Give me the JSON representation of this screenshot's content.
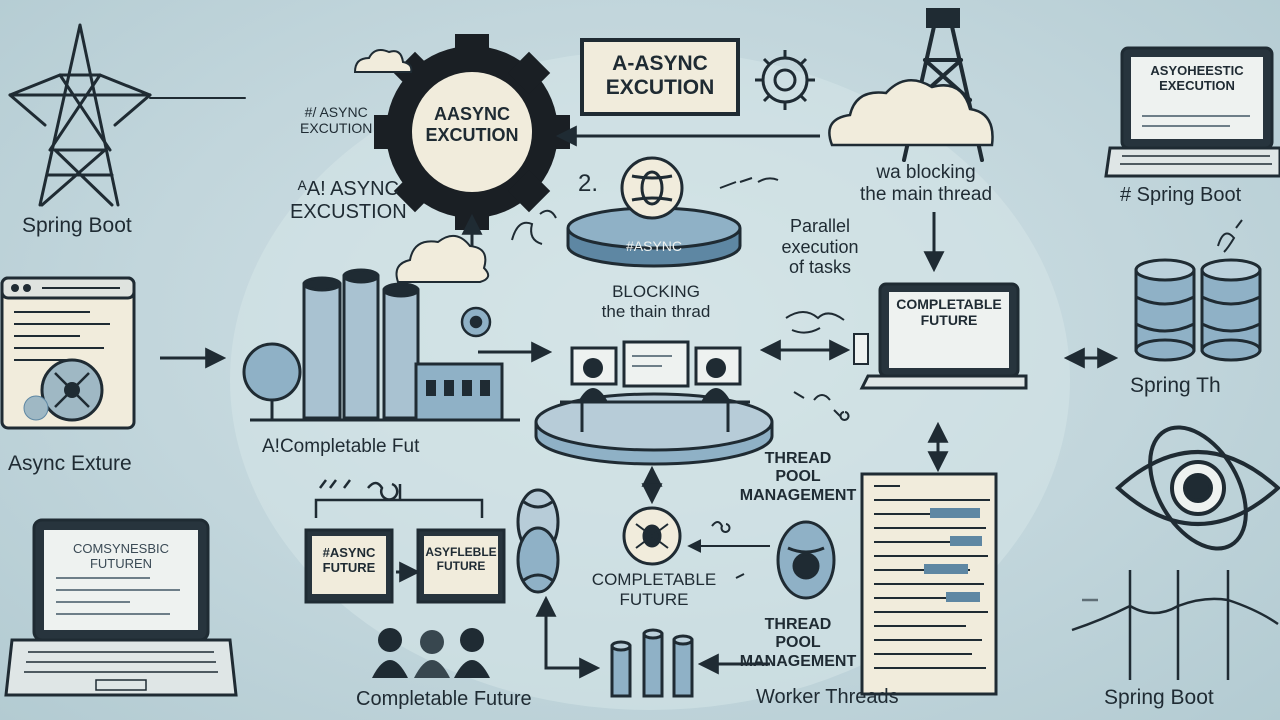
{
  "colors": {
    "background": "#c2d6dc",
    "ink": "#1f2b33",
    "paper": "#f1ecdc",
    "steel": "#8fb1c6",
    "steel_dark": "#5e87a3",
    "screen": "#eef2f0"
  },
  "labels": {
    "spring_boot_top_left": "Spring Boot",
    "async_exture": "Async Exture",
    "async_execution_small": "#/ ASYNC\nEXCUTION",
    "gear_text": "AASYNC\nEXCUTION",
    "async_excusion": "ᴬA! ASYNC\nEXCUSTION",
    "top_box": "A-ASYNC\nEXCUTION",
    "blocking_main_thread_right": "wa blocking\nthe main thread",
    "disk_label": "#ASYNC",
    "num_2": "2.",
    "blocking_thain_thread": "BLOCKING\nthe thain thrad",
    "parallel_execution": "Parallel\nexecution\nof tasks",
    "completable_future_laptop": "COMPLETABLE\nFUTURE",
    "completable_fut": "A!Completable Fut",
    "right_laptop_screen": "ASYOHEESTIC\nEXECUTION",
    "spring_boot_right": "# Spring Boot",
    "spring_th": "Spring Th",
    "thread_pool_upper": "THREAD\nPOOL\nMANAGEMENT",
    "box_async_future": "#ASYNC\nFUTURE",
    "box_asyfeble_future": "ASYFLEBLE\nFUTURE",
    "left_laptop_screen": "COMSYNESBIC\nFUTUREN",
    "completable_future_center": "COMPLETABLE\nFUTURE",
    "thread_pool_lower": "THREAD\nPOOL\nMANAGEMENT",
    "worker_threads": "Worker Threads",
    "completable_future_bottom": "Completable Future",
    "spring_boot_bottom_right": "Spring Boot"
  },
  "icons": [
    "transmission-tower-icon",
    "oil-rig-icon",
    "gear-icon",
    "factory-icon",
    "laptop-icon",
    "database-icon",
    "eye-icon",
    "cloud-icon",
    "people-icon",
    "waveform-icon"
  ]
}
